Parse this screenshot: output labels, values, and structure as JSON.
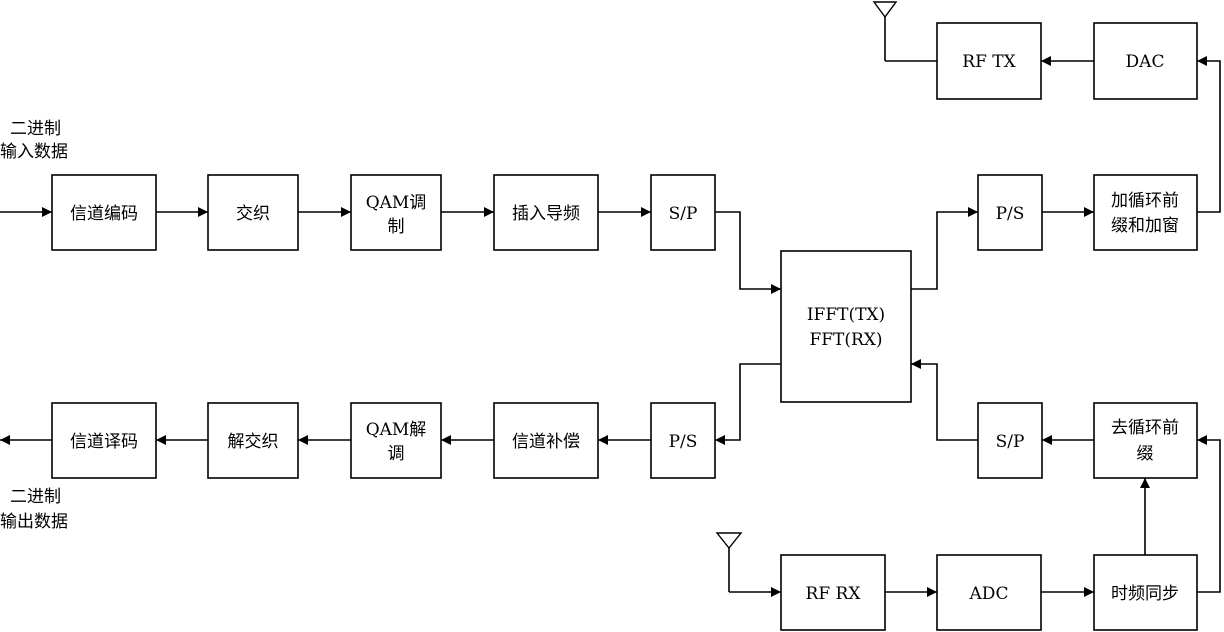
{
  "blocks": {
    "channel_encode": "信道编码",
    "interleave": "交织",
    "qam_mod_1": "QAM调",
    "qam_mod_2": "制",
    "pilot_insert": "插入导频",
    "sp_tx": "S/P",
    "fft_1": "IFFT(TX)",
    "fft_2": "FFT(RX)",
    "ps_tx": "P/S",
    "cp_add_1": "加循环前",
    "cp_add_2": "缀和加窗",
    "dac": "DAC",
    "rf_tx": "RF TX",
    "ps_rx": "P/S",
    "channel_comp": "信道补偿",
    "qam_demod_1": "QAM解",
    "qam_demod_2": "调",
    "deinterleave": "解交织",
    "channel_decode": "信道译码",
    "sp_rx": "S/P",
    "cp_remove_1": "去循环前",
    "cp_remove_2": "缀",
    "rf_rx": "RF RX",
    "adc": "ADC",
    "sync": "时频同步"
  },
  "labels": {
    "input_1": "二进制",
    "input_2": "输入数据",
    "output_1": "二进制",
    "output_2": "输出数据"
  }
}
